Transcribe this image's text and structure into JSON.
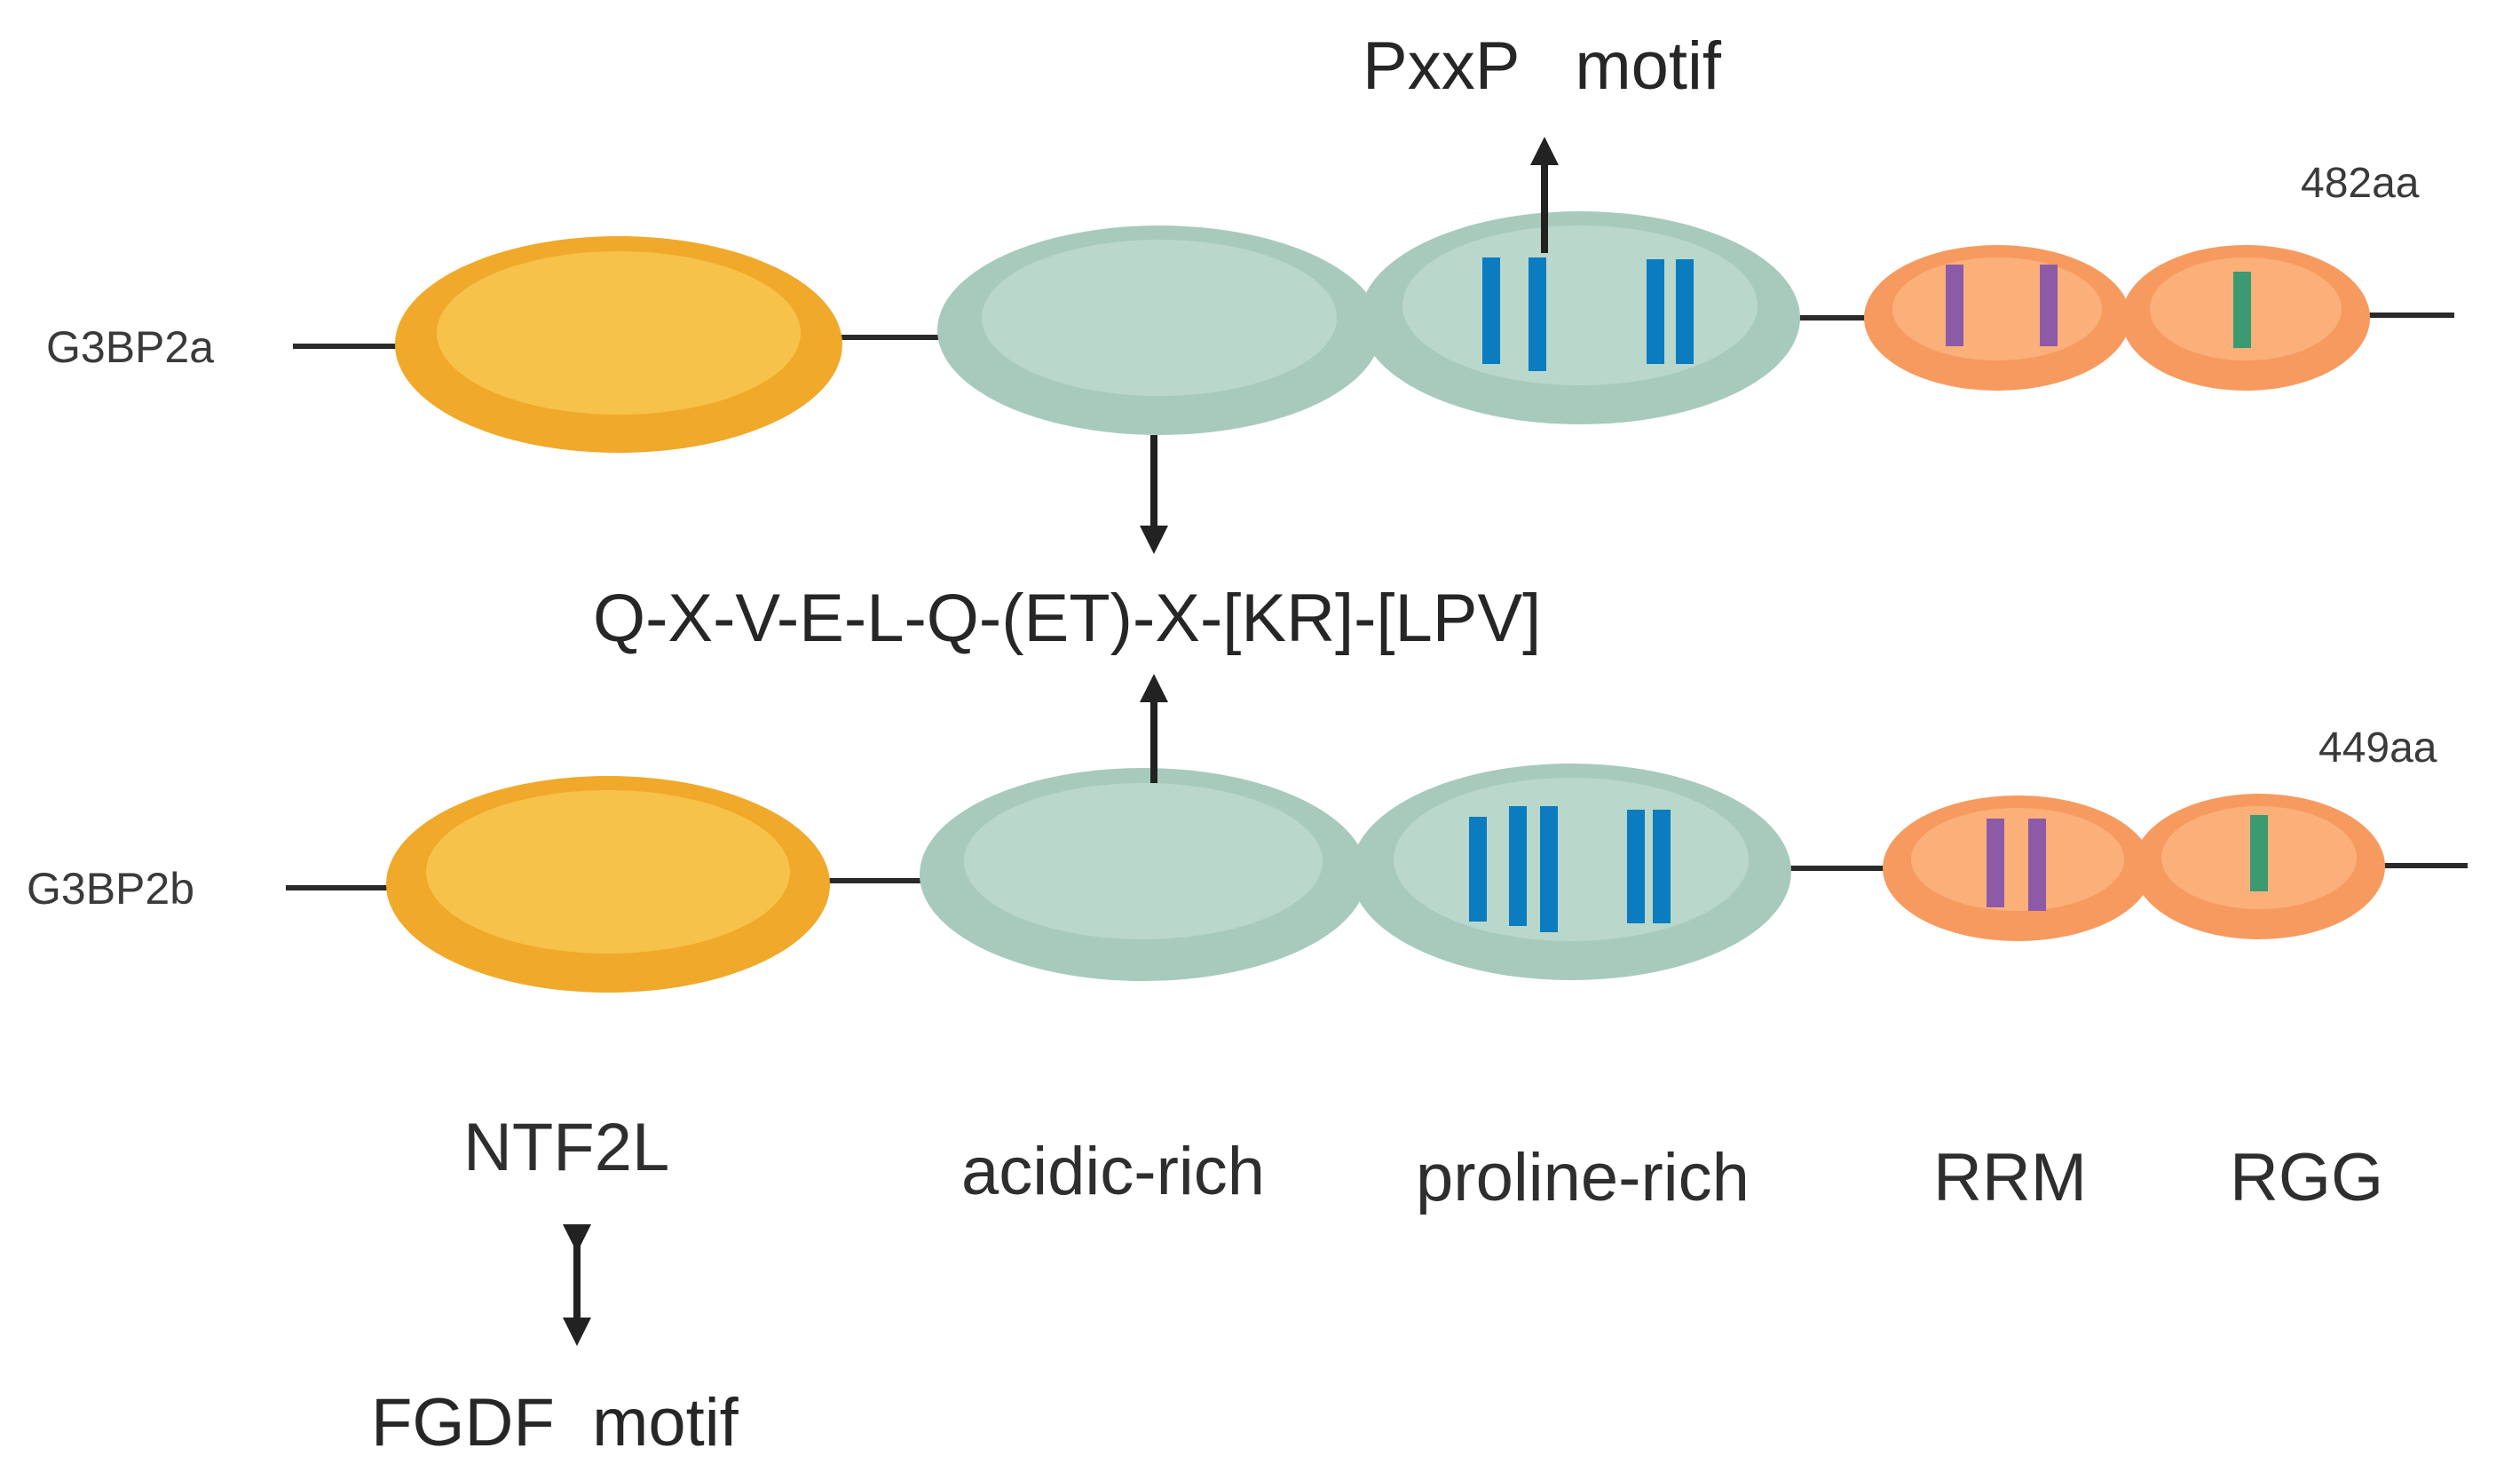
{
  "colors": {
    "ntf2l": "#f0a92a",
    "ntf2l_highlight": "#f7c24a",
    "acidic_proline": "#a8cabd",
    "acidic_proline_highlight": "#b9d7cb",
    "rrm_rgg": "#f79a5f",
    "rrm_rgg_highlight": "#fbb07a",
    "proline_marks": "#0a7cbf",
    "rrm_marks": "#8d5aa8",
    "rgg_marks": "#3b9a72",
    "lines": "#2a2a2a"
  },
  "proteins": [
    {
      "name": "G3BP2a",
      "length": "482aa"
    },
    {
      "name": "G3BP2b",
      "length": "449aa"
    }
  ],
  "motifs": {
    "pxxp": "PxxP   motif",
    "acidic_sequence": "Q-X-V-E-L-Q-(ET)-X-[KR]-[LPV]",
    "fgdf": "FGDF  motif"
  },
  "domains": [
    "NTF2L",
    "acidic-rich",
    "proline-rich",
    "RRM",
    "RGG"
  ]
}
